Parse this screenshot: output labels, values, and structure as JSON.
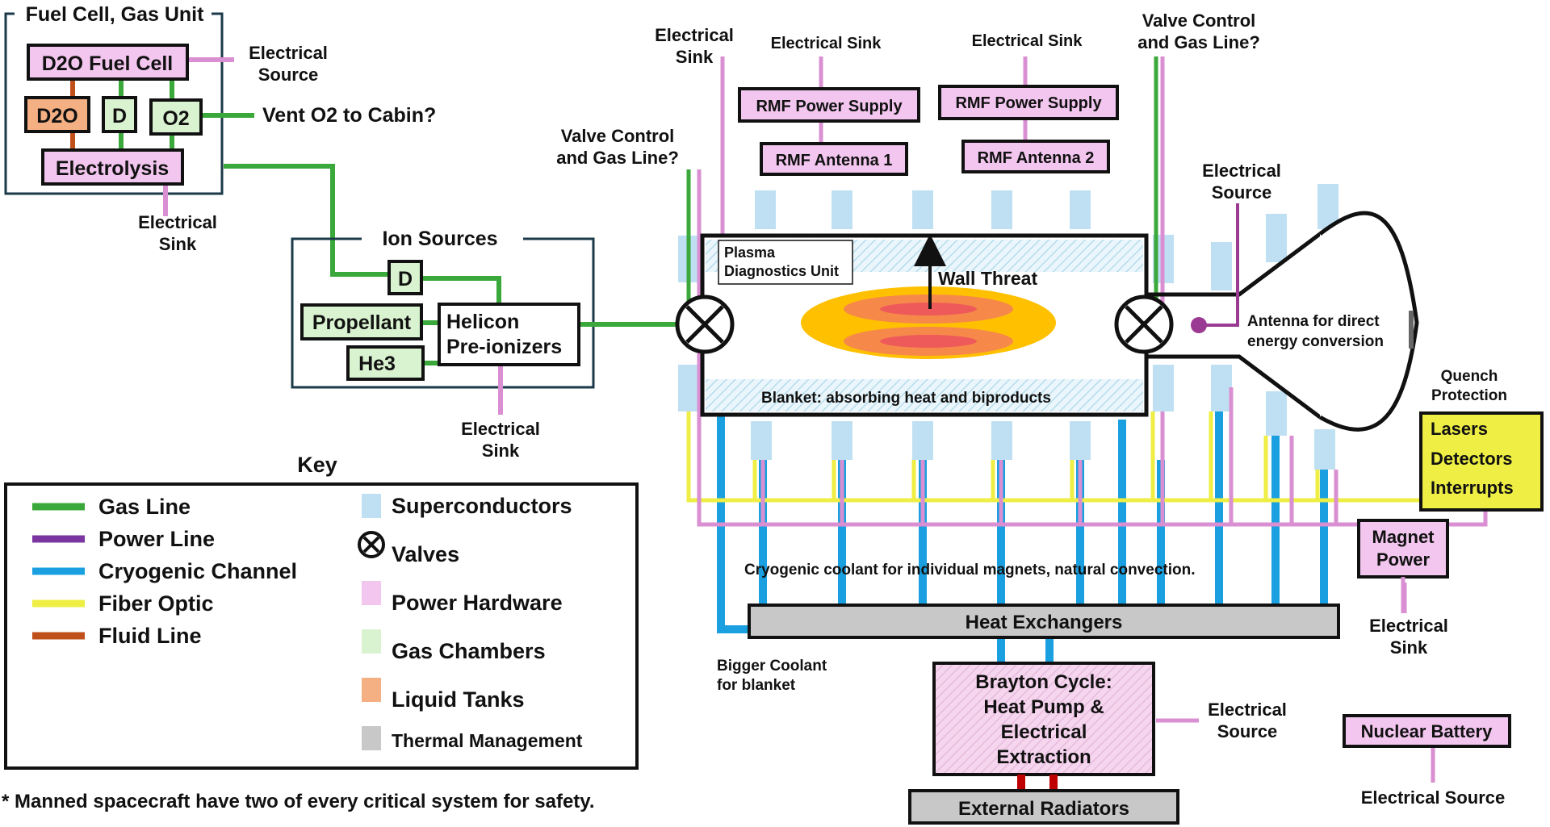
{
  "fuel_unit": {
    "title": "Fuel Cell, Gas Unit",
    "d2o_fuel_cell": "D2O Fuel Cell",
    "d2o": "D2O",
    "d": "D",
    "o2": "O2",
    "electrolysis": "Electrolysis",
    "electrical_source": "Electrical Source",
    "electrical_sink": "Electrical Sink",
    "vent": "Vent O2 to Cabin?"
  },
  "ion_sources": {
    "title": "Ion Sources",
    "d": "D",
    "propellant": "Propellant",
    "he3": "He3",
    "helicon_line1": "Helicon",
    "helicon_line2": "Pre-ionizers",
    "electrical_sink": "Electrical Sink"
  },
  "reactor": {
    "valve_control_left": "Valve Control and Gas Line?",
    "valve_control_right": "Valve Control and Gas Line?",
    "electrical_sink_left": "Electrical Sink",
    "rmf_sink_1": "Electrical Sink",
    "rmf_sink_2": "Electrical Sink",
    "rmf_power_supply_1": "RMF Power Supply",
    "rmf_power_supply_2": "RMF Power Supply",
    "rmf_antenna_1": "RMF Antenna 1",
    "rmf_antenna_2": "RMF Antenna 2",
    "plasma_diag_line1": "Plasma",
    "plasma_diag_line2": "Diagnostics Unit",
    "wall_threat": "Wall Threat",
    "blanket": "Blanket: absorbing heat and biproducts",
    "electrical_source_right": "Electrical Source",
    "antenna_line1": "Antenna for direct",
    "antenna_line2": "energy conversion",
    "quench_line1": "Quench",
    "quench_line2": "Protection",
    "lasers": "Lasers",
    "detectors": "Detectors",
    "interrupts": "Interrupts",
    "magnet_power_line1": "Magnet",
    "magnet_power_line2": "Power",
    "magnet_sink": "Electrical Sink",
    "cryo_note": "Cryogenic coolant for individual magnets, natural convection.",
    "heat_exchangers": "Heat Exchangers",
    "bigger_coolant_line1": "Bigger Coolant",
    "bigger_coolant_line2": "for blanket",
    "brayton_line1": "Brayton Cycle:",
    "brayton_line2": "Heat Pump &",
    "brayton_line3": "Electrical",
    "brayton_line4": "Extraction",
    "brayton_source": "Electrical Source",
    "external_radiators": "External Radiators",
    "nuclear_battery": "Nuclear Battery",
    "nuclear_source": "Electrical Source"
  },
  "key": {
    "title": "Key",
    "lines": [
      {
        "label": "Gas Line",
        "color": "#3aa83a"
      },
      {
        "label": "Power Line",
        "color": "#7b35a0"
      },
      {
        "label": "Cryogenic Channel",
        "color": "#1aa0e0"
      },
      {
        "label": "Fiber Optic",
        "color": "#eeee44"
      },
      {
        "label": "Fluid Line",
        "color": "#c0501a"
      }
    ],
    "items": [
      {
        "label": "Superconductors"
      },
      {
        "label": "Valves"
      },
      {
        "label": "Power Hardware"
      },
      {
        "label": "Gas Chambers"
      },
      {
        "label": "Liquid Tanks"
      },
      {
        "label": "Thermal Management"
      }
    ]
  },
  "footnote": "* Manned spacecraft have two of every critical system for safety.",
  "colors": {
    "gas": "#3aa83a",
    "power": "#7b35a0",
    "cryo": "#1aa0e0",
    "fiber": "#eeee44",
    "fluid": "#c0501a",
    "power_hw": "#f2c6ee",
    "power_wire": "#d98fd2",
    "gas_chamber": "#d9f2d0",
    "liquid": "#f4b083",
    "thermal": "#c8c8c8",
    "superconductor": "#bfe0f2"
  }
}
